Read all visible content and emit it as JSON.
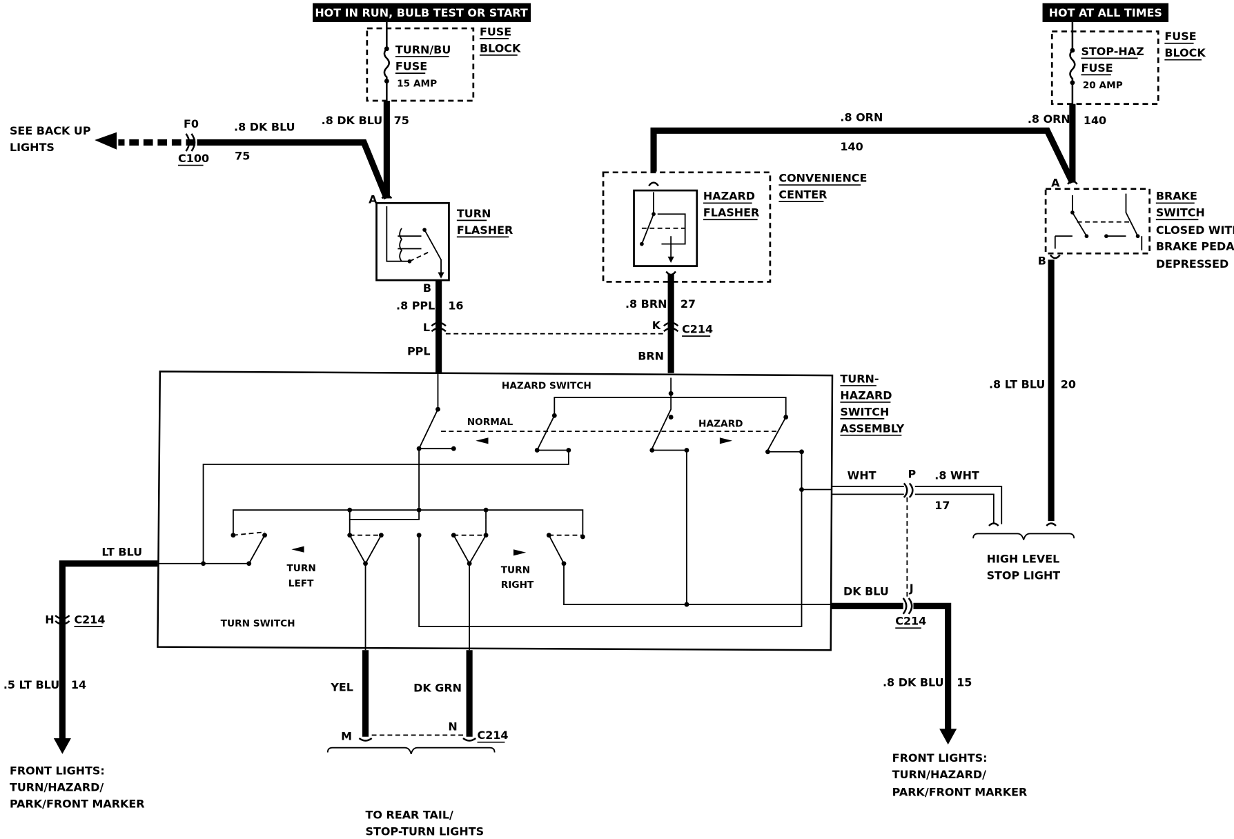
{
  "supply": {
    "left_header": "HOT IN RUN, BULB TEST OR START",
    "right_header": "HOT AT ALL TIMES"
  },
  "fuses": {
    "left": {
      "name_line1": "TURN/BU",
      "name_line2": "FUSE",
      "rating": "15 AMP",
      "block_line1": "FUSE",
      "block_line2": "BLOCK"
    },
    "right": {
      "name_line1": "STOP-HAZ",
      "name_line2": "FUSE",
      "rating": "20 AMP",
      "block_line1": "FUSE",
      "block_line2": "BLOCK"
    }
  },
  "components": {
    "turn_flasher_line1": "TURN",
    "turn_flasher_line2": "FLASHER",
    "hazard_flasher_line1": "HAZARD",
    "hazard_flasher_line2": "FLASHER",
    "convenience_line1": "CONVENIENCE",
    "convenience_line2": "CENTER",
    "brake_line1": "BRAKE",
    "brake_line2": "SWITCH",
    "brake_line3": "CLOSED WITH",
    "brake_line4": "BRAKE PEDAL",
    "brake_line5": "DEPRESSED",
    "assembly_line1": "TURN-",
    "assembly_line2": "HAZARD",
    "assembly_line3": "SWITCH",
    "assembly_line4": "ASSEMBLY",
    "hazard_switch": "HAZARD SWITCH",
    "normal": "NORMAL",
    "hazard": "HAZARD",
    "turn_switch": "TURN SWITCH",
    "turn_left_line1": "TURN",
    "turn_left_line2": "LEFT",
    "turn_right_line1": "TURN",
    "turn_right_line2": "RIGHT"
  },
  "wires": {
    "dk_blu_75_top": ".8 DK BLU",
    "num_75_a": "75",
    "dk_blu_75_left": ".8 DK BLU",
    "num_75_b": "75",
    "ppl_16": ".8 PPL",
    "num_16": "16",
    "ppl": "PPL",
    "brn_27": ".8 BRN",
    "num_27": "27",
    "brn": "BRN",
    "orn_140_a": ".8 ORN",
    "num_140_a": "140",
    "orn_140_b": ".8 ORN",
    "num_140_b": "140",
    "lt_blu_20": ".8 LT BLU",
    "num_20": "20",
    "wht": "WHT",
    "wht_17": ".8 WHT",
    "num_17": "17",
    "dk_blu": "DK BLU",
    "dk_blu_15": ".8 DK BLU",
    "num_15": "15",
    "lt_blu": "LT BLU",
    "lt_blu_14": ".5 LT BLU",
    "num_14": "14",
    "yel": "YEL",
    "dk_grn": "DK GRN"
  },
  "connectors": {
    "f0": "F0",
    "c100": "C100",
    "a_left": "A",
    "b_left": "B",
    "l": "L",
    "k": "K",
    "c214_k": "C214",
    "a_right": "A",
    "b_right": "B",
    "p": "P",
    "j": "J",
    "c214_j": "C214",
    "h": "H",
    "c214_h": "C214",
    "m": "M",
    "n": "N",
    "c214_n": "C214"
  },
  "destinations": {
    "back_up_line1": "SEE BACK UP",
    "back_up_line2": "LIGHTS",
    "high_level_line1": "HIGH LEVEL",
    "high_level_line2": "STOP LIGHT",
    "front_left_line1": "FRONT LIGHTS:",
    "front_left_line2": "TURN/HAZARD/",
    "front_left_line3": "PARK/FRONT MARKER",
    "front_right_line1": "FRONT LIGHTS:",
    "front_right_line2": "TURN/HAZARD/",
    "front_right_line3": "PARK/FRONT MARKER",
    "rear_line1": "TO REAR TAIL/",
    "rear_line2": "STOP-TURN LIGHTS"
  }
}
